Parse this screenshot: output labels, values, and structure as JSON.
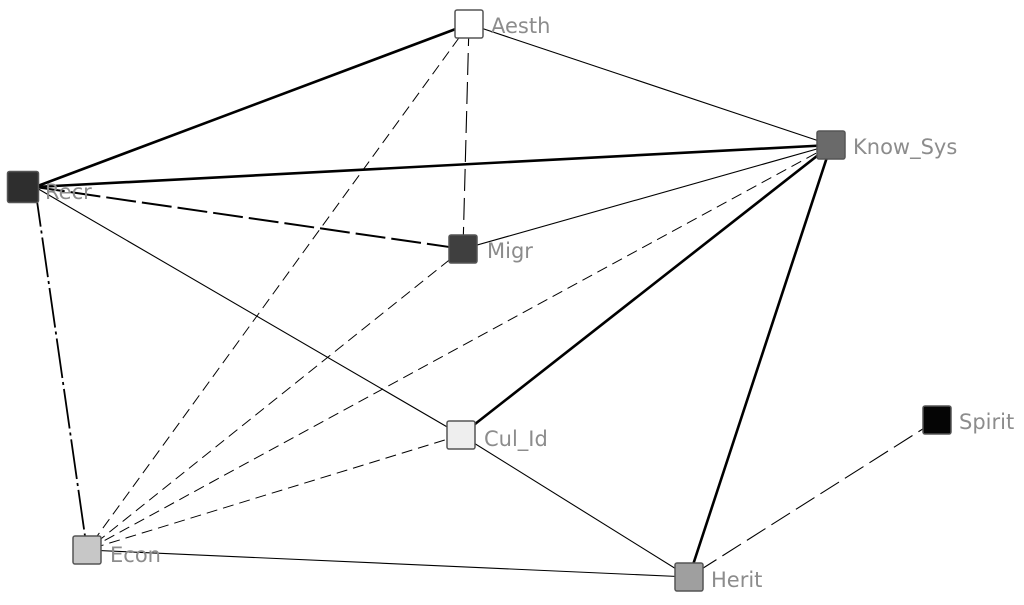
{
  "nodes": [
    {
      "id": "Aesth",
      "label": "Aesth",
      "fill": "#ffffff"
    },
    {
      "id": "Know_Sys",
      "label": "Know_Sys",
      "fill": "#6a6a6a"
    },
    {
      "id": "Recr",
      "label": "Recr",
      "fill": "#2e2e2e"
    },
    {
      "id": "Migr",
      "label": "Migr",
      "fill": "#3f3f3f"
    },
    {
      "id": "Cul_Id",
      "label": "Cul_Id",
      "fill": "#eeeeee"
    },
    {
      "id": "Spirit",
      "label": "Spirit",
      "fill": "#050505"
    },
    {
      "id": "Econ",
      "label": "Econ",
      "fill": "#c7c7c7"
    },
    {
      "id": "Herit",
      "label": "Herit",
      "fill": "#9f9f9f"
    }
  ],
  "edges": [
    {
      "from": "Aesth",
      "to": "Recr",
      "style": "thick"
    },
    {
      "from": "Aesth",
      "to": "Know_Sys",
      "style": "thin"
    },
    {
      "from": "Aesth",
      "to": "Migr",
      "style": "long-dash"
    },
    {
      "from": "Aesth",
      "to": "Econ",
      "style": "dashed"
    },
    {
      "from": "Recr",
      "to": "Know_Sys",
      "style": "thick"
    },
    {
      "from": "Recr",
      "to": "Migr",
      "style": "dash-heavy"
    },
    {
      "from": "Recr",
      "to": "Cul_Id",
      "style": "thin"
    },
    {
      "from": "Recr",
      "to": "Econ",
      "style": "dash-dot-heavy"
    },
    {
      "from": "Know_Sys",
      "to": "Migr",
      "style": "thin"
    },
    {
      "from": "Know_Sys",
      "to": "Cul_Id",
      "style": "thick"
    },
    {
      "from": "Know_Sys",
      "to": "Herit",
      "style": "thick"
    },
    {
      "from": "Know_Sys",
      "to": "Econ",
      "style": "dashed"
    },
    {
      "from": "Migr",
      "to": "Econ",
      "style": "dashed"
    },
    {
      "from": "Cul_Id",
      "to": "Econ",
      "style": "dashed"
    },
    {
      "from": "Cul_Id",
      "to": "Herit",
      "style": "thin"
    },
    {
      "from": "Econ",
      "to": "Herit",
      "style": "thin"
    },
    {
      "from": "Spirit",
      "to": "Herit",
      "style": "long-dash"
    }
  ]
}
